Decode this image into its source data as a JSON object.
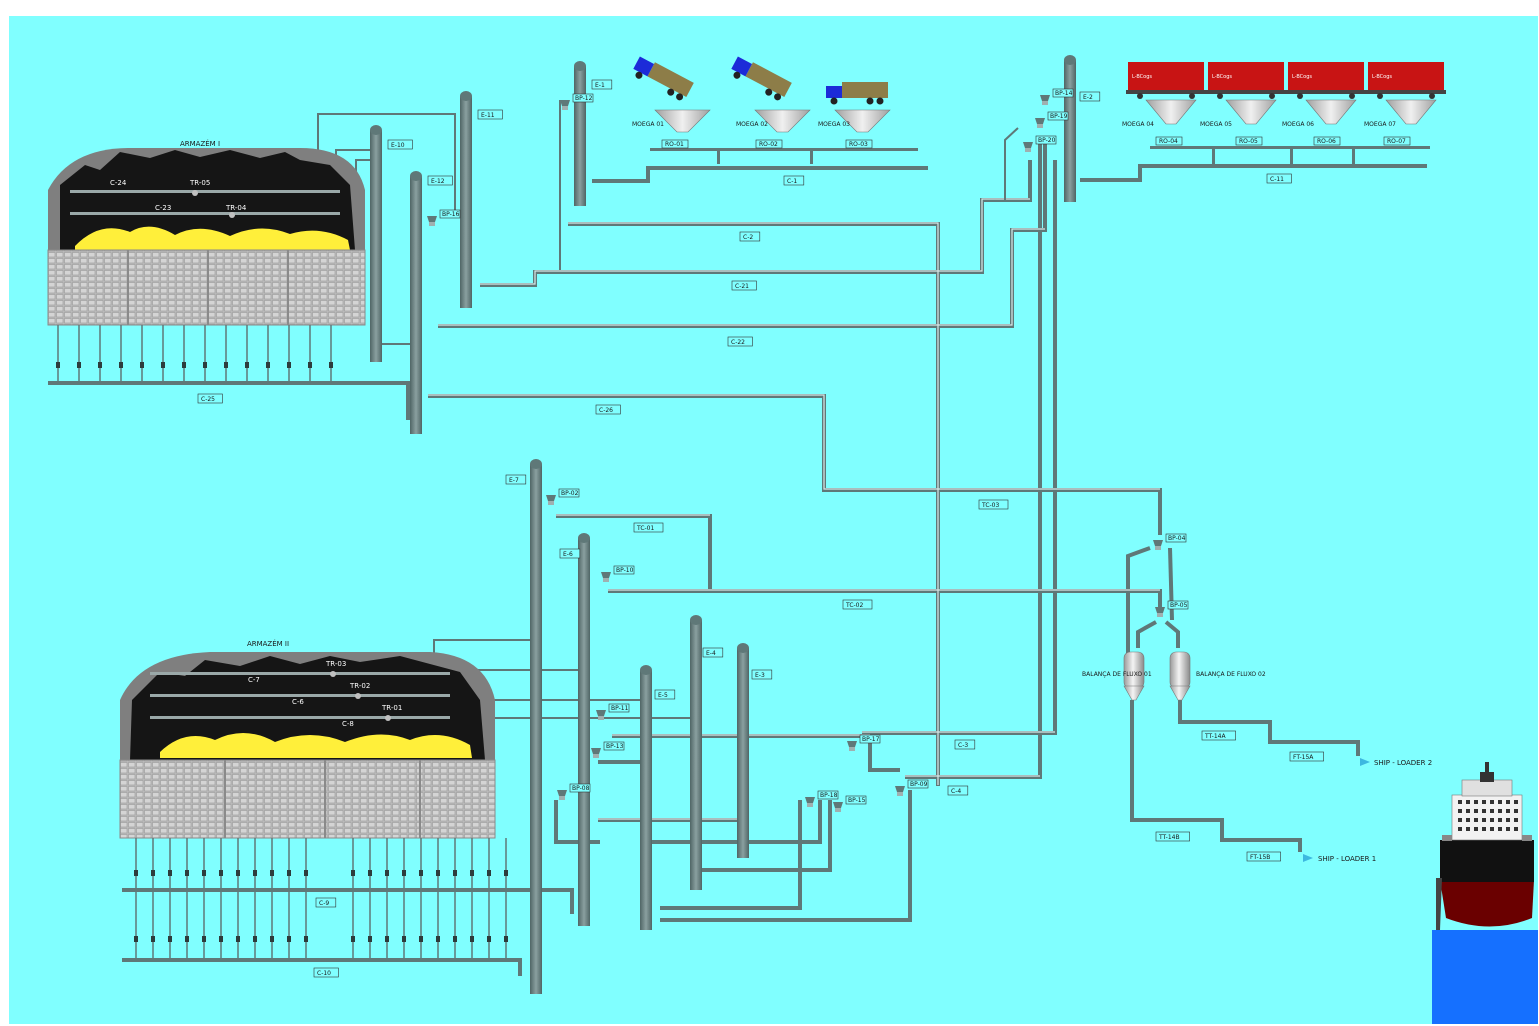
{
  "colors": {
    "background": "#80ffff",
    "conveyor": "#5f7878",
    "conveyor_light": "#d8e8e8",
    "warehouse_roof": "#7f7f7f",
    "coal": "#151515",
    "sulfur": "#ffef3a",
    "wagon": "#c81414",
    "sea": "#1570ff"
  },
  "warehouses": [
    {
      "title": "ARMAZÉM I",
      "belts": [
        "C-24",
        "C-23"
      ],
      "trippers": [
        "TR-05",
        "TR-04"
      ],
      "header": "C-25"
    },
    {
      "title": "ARMAZÉM II",
      "belts": [
        "C-7",
        "C-6",
        "C-8"
      ],
      "trippers": [
        "TR-03",
        "TR-02",
        "TR-01"
      ],
      "header_upper": "C-9",
      "header_lower": "C-10"
    }
  ],
  "elevators": [
    "E-1",
    "E-2",
    "E-7",
    "E-6",
    "E-5",
    "E-4",
    "E-3",
    "E-10",
    "E-11",
    "E-12"
  ],
  "trucks": [
    {
      "hopper": "MOEGA 01",
      "feeder": "RO-01"
    },
    {
      "hopper": "MOEGA 02",
      "feeder": "RO-02"
    },
    {
      "hopper": "MOEGA 03",
      "feeder": "RO-03"
    }
  ],
  "wagons": [
    {
      "hopper": "MOEGA 04",
      "feeder": "RO-04",
      "car": "L-BCogs"
    },
    {
      "hopper": "MOEGA 05",
      "feeder": "RO-05",
      "car": "L-BCogs"
    },
    {
      "hopper": "MOEGA 06",
      "feeder": "RO-06",
      "car": "L-BCogs"
    },
    {
      "hopper": "MOEGA 07",
      "feeder": "RO-07",
      "car": "L-BCogs"
    }
  ],
  "conveyors": {
    "c1": "C-1",
    "c2": "C-2",
    "c21": "C-21",
    "c22": "C-22",
    "c25": "C-25",
    "c26": "C-26",
    "c3": "C-3",
    "c4": "C-4",
    "c9": "C-9",
    "c10": "C-10",
    "c11": "C-11",
    "tc01": "TC-01",
    "tc02": "TC-02",
    "tc03": "TC-03",
    "tt14a": "TT-14A",
    "tt14b": "TT-14B",
    "ft15a": "FT-15A",
    "ft15b": "FT-15B"
  },
  "valves": [
    "BP-12",
    "BP-14",
    "BP-19",
    "BP-20",
    "BP-16",
    "BP-02",
    "BP-10",
    "BP-11",
    "BP-13",
    "BP-08",
    "BP-17",
    "BP-18",
    "BP-15",
    "BP-09",
    "BP-04",
    "BP-05"
  ],
  "scales": {
    "a": "BALANÇA DE FLUXO 01",
    "b": "BALANÇA DE FLUXO 02"
  },
  "shiploaders": {
    "a": "SHIP - LOADER 2",
    "b": "SHIP - LOADER 1"
  }
}
